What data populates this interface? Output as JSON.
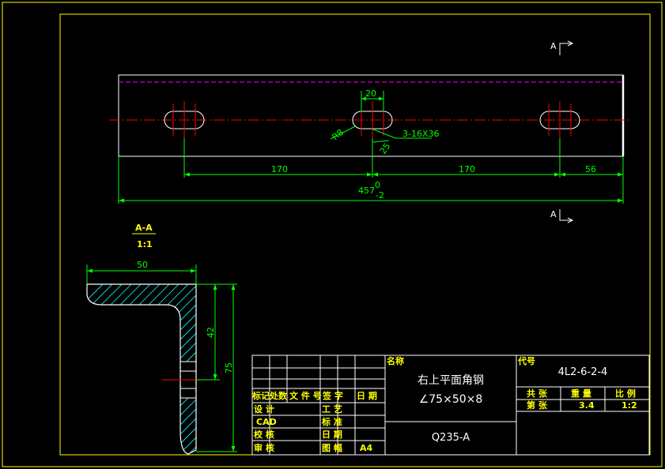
{
  "colors": {
    "background": "#000000",
    "frame": "#ffff00",
    "outline": "#ffffff",
    "dimension": "#00ff00",
    "centerline": "#ff0000",
    "hidden_line": "#ff00ff",
    "hatch": "#00ffff"
  },
  "section_markers": {
    "top": "A",
    "bottom": "A"
  },
  "front_view": {
    "dim_slot_width": "20",
    "dim_radius": "R8",
    "dim_slot_spec": "3-16X36",
    "dim_offset": "25",
    "dim_span_1": "170",
    "dim_span_2": "170",
    "dim_end": "56",
    "dim_total": "457",
    "dim_total_upper_tol": "0",
    "dim_total_lower_tol": "-2"
  },
  "section_view": {
    "title": "A-A",
    "scale": "1:1",
    "dim_width": "50",
    "dim_hole_height": "42",
    "dim_height": "75"
  },
  "title_block": {
    "header_labels": {
      "mark": "标记",
      "count": "处数",
      "doc_no": "文 件 号",
      "signature": "签 字",
      "date": "日 期"
    },
    "left_labels": {
      "design": "设 计",
      "cad": "CAD",
      "check": "校 核",
      "review": "审 核"
    },
    "mid_labels": {
      "process": "工 艺",
      "standard": "标 准",
      "date": "日 期",
      "sheet_size": "图 幅"
    },
    "sheet_size_value": "A4",
    "name_label": "名称",
    "part_name": "右上平面角钢",
    "part_spec": "∠75×50×8",
    "material": "Q235-A",
    "code_label": "代号",
    "code_value": "4L2-6-2-4",
    "total_sheets_label": "共 张",
    "sheet_label": "第 张",
    "weight_label": "重 量",
    "weight_value": "3.4",
    "scale_label": "比 例",
    "scale_value": "1:2"
  }
}
